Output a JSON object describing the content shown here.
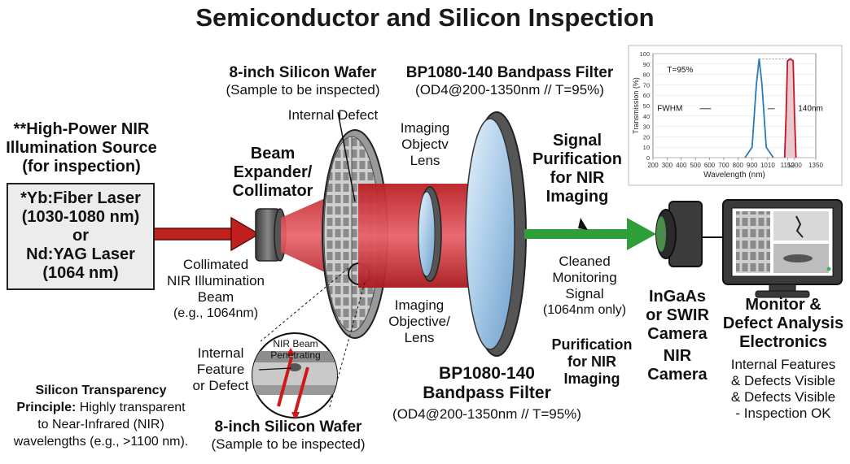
{
  "title": "Semiconductor and Silicon Inspection",
  "source": {
    "heading": [
      "**High-Power NIR",
      "Illumination Source",
      "(for inspection)"
    ],
    "box": [
      "*Yb:Fiber Laser",
      "(1030-1080 nm)",
      "or",
      "Nd:YAG Laser",
      "(1064 nm)"
    ]
  },
  "collimated": [
    "Collimated",
    "NIR Illumination",
    "Beam",
    "(e.g., 1064nm)"
  ],
  "expander": [
    "Beam",
    "Expander/",
    "Collimator"
  ],
  "wafer_top": {
    "title": "8-inch Silicon Wafer",
    "sub": "(Sample to be inspected)"
  },
  "internal_defect": "Internal Defect",
  "wafer_bottom": {
    "title": "8-inch Silicon Wafer",
    "sub": "(Sample to be inspected)"
  },
  "inset": {
    "label": [
      "NIR Beam",
      "Penetrating"
    ]
  },
  "internal_feature": [
    "Internal",
    "Feature",
    "or Defect"
  ],
  "transparency": {
    "bold1": "Silicon Transparency",
    "bold2": "Principle:",
    "rest1": " Highly transparent",
    "rest2": "to Near-Infrared (NIR)",
    "rest3": "wavelengths (e.g., >1100 nm)."
  },
  "lens_top": [
    "Imaging",
    "Objectv",
    "Lens"
  ],
  "lens_bottom": [
    "Imaging",
    "Objective/",
    "Lens"
  ],
  "filter_top": {
    "title": "BP1080-140 Bandpass Filter",
    "sub": "(OD4@200-1350nm // T=95%)"
  },
  "filter_bottom": {
    "title": [
      "BP1080-140",
      "Bandpass Filter"
    ],
    "sub": "(OD4@200-1350nm // T=95%)"
  },
  "signal_purification": [
    "Signal",
    "Purification",
    "for NIR",
    "Imaging"
  ],
  "cleaned": [
    "Cleaned",
    "Monitoring",
    "Signal",
    "(1064nm only)"
  ],
  "purification2": [
    "Purification",
    "for NIR",
    "Imaging"
  ],
  "camera": [
    "InGaAs",
    "or SWIR",
    "Camera",
    "NIR",
    "Camera"
  ],
  "monitor": {
    "title": [
      "Monitor &",
      "Defect Analysis",
      "Electronics"
    ],
    "desc": [
      "Internal Features",
      "& Defects Visible",
      "& Defects Visible",
      "- Inspection OK"
    ]
  },
  "colors": {
    "laser_red": "#c0201f",
    "beam_red": "#d4464a",
    "signal_green": "#2e9e3a",
    "filter_blue": "#b9d4ec",
    "curve_blue": "#2a7ab8",
    "curve_red": "#c0152a"
  },
  "chart_data": {
    "type": "line",
    "xlabel": "Wavelength (nm)",
    "ylabel": "Transmission (%)",
    "xlim": [
      200,
      1350
    ],
    "ylim": [
      0,
      100
    ],
    "x_ticks": [
      200,
      300,
      400,
      500,
      600,
      700,
      800,
      900,
      1010,
      1150,
      1200,
      1350
    ],
    "y_ticks": [
      0,
      10,
      20,
      30,
      40,
      50,
      60,
      70,
      80,
      90,
      100
    ],
    "annotations": [
      "T=95%",
      "FWHM",
      "140nm"
    ],
    "series": [
      {
        "x": [
          850,
          900,
          930,
          950,
          970,
          1000,
          1050
        ],
        "y": [
          0,
          10,
          70,
          95,
          70,
          10,
          0
        ]
      },
      {
        "x": [
          1130,
          1140,
          1150,
          1170,
          1190,
          1200,
          1210
        ],
        "y": [
          0,
          40,
          93,
          95,
          93,
          40,
          0
        ]
      }
    ]
  }
}
